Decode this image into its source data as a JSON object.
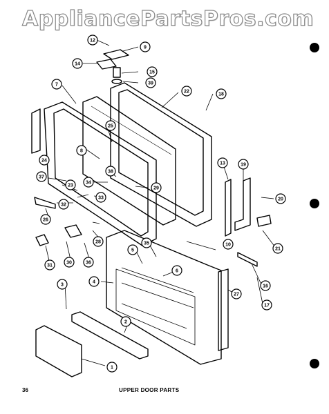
{
  "watermark": "AppliancePartsPros.com",
  "page_number": "36",
  "caption": "UPPER DOOR PARTS",
  "callouts": [
    "1",
    "2",
    "3",
    "4",
    "5",
    "6",
    "7",
    "8",
    "9",
    "10",
    "12",
    "13",
    "14",
    "15",
    "16",
    "17",
    "18",
    "19",
    "20",
    "21",
    "22",
    "23",
    "24",
    "25",
    "26",
    "27",
    "28",
    "29",
    "30",
    "31",
    "32",
    "33",
    "34",
    "35",
    "36",
    "37",
    "38",
    "39"
  ]
}
